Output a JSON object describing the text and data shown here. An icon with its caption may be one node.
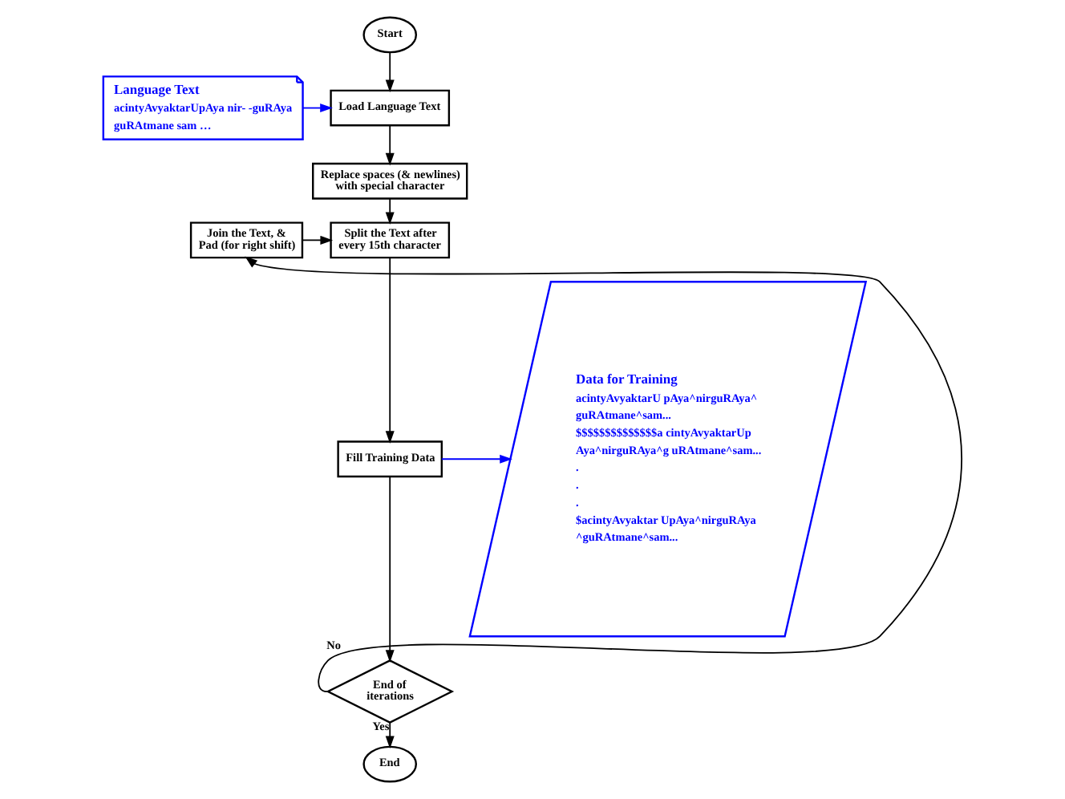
{
  "diagram": {
    "nodes": [
      {
        "text": [
          "Start"
        ]
      },
      {
        "text": [
          "Language Text",
          "acintyAvyaktarUpAya nir- -guRAya guRAtmane sam …"
        ]
      },
      {
        "text": [
          "Load Language Text"
        ]
      },
      {
        "text": [
          "Replace spaces (& newlines) with special character"
        ]
      },
      {
        "text": [
          "Join the Text, & Pad (for right shift)"
        ]
      },
      {
        "text": [
          "Split the Text after every 15th character"
        ]
      },
      {
        "text": [
          "Fill Training Data"
        ]
      },
      {
        "text": [
          "Data for Training",
          "acintyAvyaktarU pAya^nirguRAya^ guRAtmane^sam...",
          "$$$$$$$$$$$$$$a cintyAvyaktarUp Aya^nirguRAya^g uRAtmane^sam...",
          ".",
          ".",
          ".",
          "$acintyAvyaktar UpAya^nirguRAya ^guRAtmane^sam..."
        ]
      },
      {
        "text": [
          "End of iterations"
        ]
      },
      {
        "text": [
          "End"
        ]
      }
    ],
    "edges": [
      {
        "from": 0,
        "to": 2,
        "arrow": "to"
      },
      {
        "from": 1,
        "to": 2,
        "arrow": "to",
        "color": "#0000ff"
      },
      {
        "from": 2,
        "to": 3,
        "arrow": "to"
      },
      {
        "from": 3,
        "to": 5,
        "arrow": "to"
      },
      {
        "from": 4,
        "to": 5,
        "arrow": "to"
      },
      {
        "from": 5,
        "to": 6,
        "arrow": "to"
      },
      {
        "from": 6,
        "to": 7,
        "arrow": "to",
        "color": "#0000ff"
      },
      {
        "from": 6,
        "to": 8,
        "arrow": "to"
      },
      {
        "from": 8,
        "to": 4,
        "arrow": "to",
        "label": "No"
      },
      {
        "from": 8,
        "to": 9,
        "arrow": "to",
        "label": "Yes"
      }
    ]
  }
}
